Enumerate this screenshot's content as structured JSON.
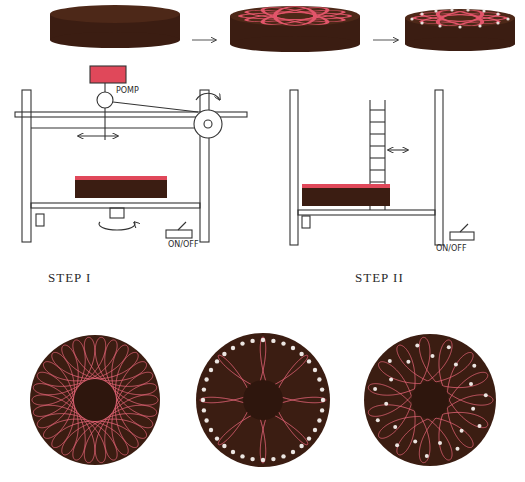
{
  "diagram": {
    "labels": [
      "POMP",
      "ON/OFF",
      "ON/OFF",
      "STEP I",
      "STEP II"
    ]
  }
}
